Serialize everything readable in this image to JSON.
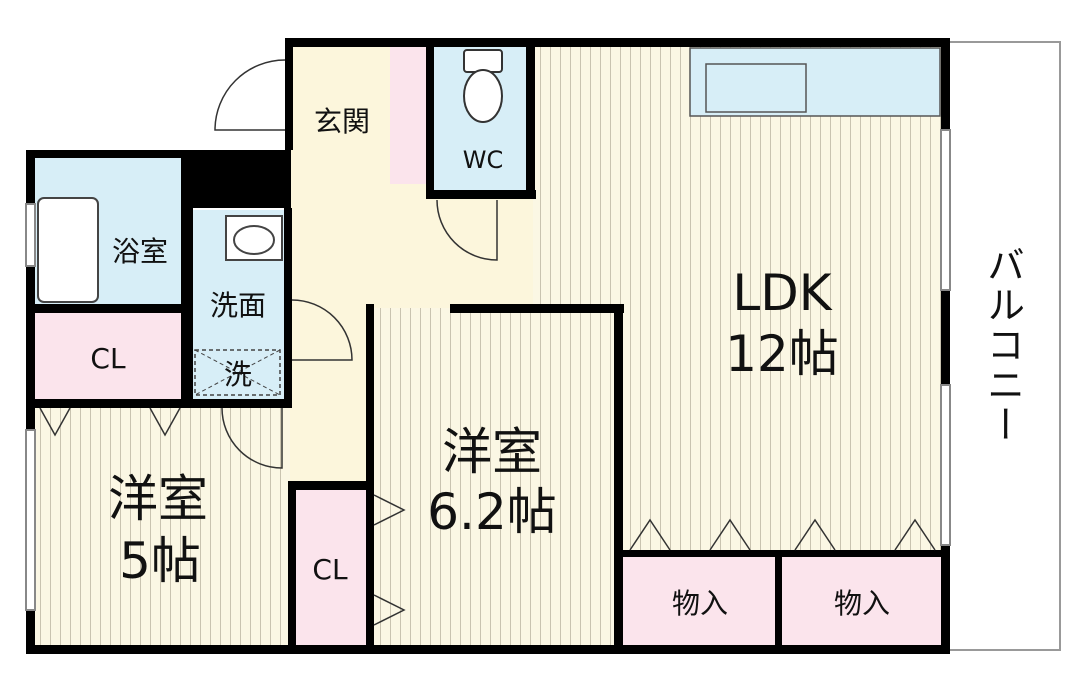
{
  "rooms": {
    "genkan": "玄関",
    "wc": "WC",
    "bath": "浴室",
    "washroom": "洗面",
    "washer": "洗",
    "cl_left": "CL",
    "cl_mid": "CL",
    "western5_name": "洋室",
    "western5_size": "5帖",
    "western62_name": "洋室",
    "western62_size": "6.2帖",
    "ldk_name": "LDK",
    "ldk_size": "12帖",
    "storage1": "物入",
    "storage2": "物入",
    "balcony": "バルコニー"
  },
  "colors": {
    "floor_wood": "#fbf7e4",
    "floor_stripe": "#c9c3b0",
    "wet_area": "#d7eef7",
    "closet": "#fbe4ec",
    "entrance": "#fcf6dc",
    "wall": "#000000"
  }
}
